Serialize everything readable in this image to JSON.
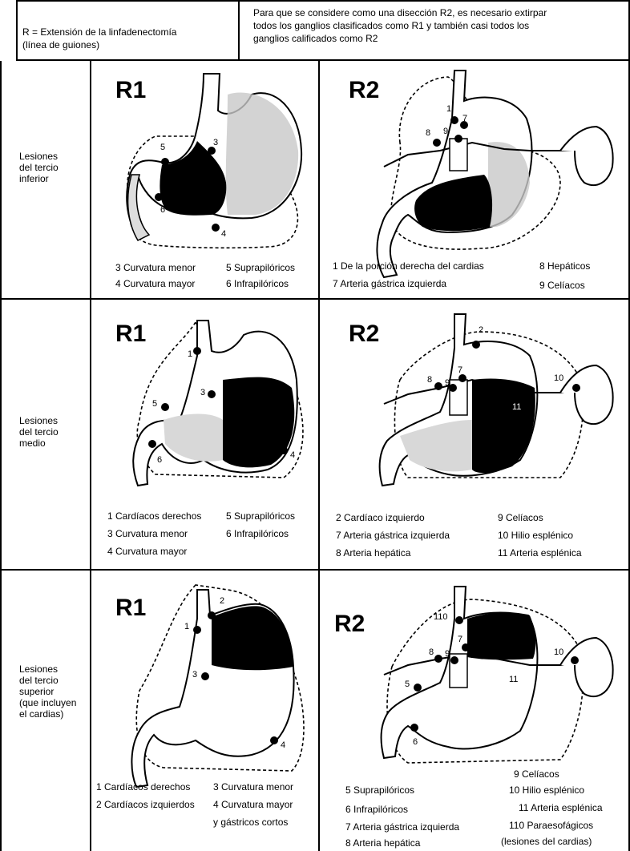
{
  "header": {
    "left_line1": "R = Extensión de la linfadenectomía",
    "left_line2": "(línea de guiones)",
    "right_line1": "Para que se considere como una disección R2, es necesario extirpar",
    "right_line2": "todos los ganglios clasificados como R1 y también casi todos los",
    "right_line3": "ganglios calificados como R2"
  },
  "rows": [
    {
      "label": [
        "Lesiones",
        "del tercio",
        "inferior"
      ],
      "r1": {
        "title": "R1",
        "numbers": [
          "5",
          "3",
          "6",
          "4"
        ],
        "legend": [
          "3 Curvatura menor",
          "5 Suprapilóricos",
          "4 Curvatura mayor",
          "6 Infrapilóricos"
        ]
      },
      "r2": {
        "title": "R2",
        "numbers": [
          "1",
          "7",
          "8",
          "9"
        ],
        "legend": [
          "1 De la porción derecha del cardias",
          "8 Hepáticos",
          "7 Arteria gástrica izquierda",
          "9 Celíacos"
        ]
      }
    },
    {
      "label": [
        "Lesiones",
        "del tercio",
        "medio"
      ],
      "r1": {
        "title": "R1",
        "numbers": [
          "1",
          "3",
          "5",
          "6",
          "4"
        ],
        "legend": [
          "1 Cardíacos derechos",
          "5 Suprapilóricos",
          "3 Curvatura menor",
          "6 Infrapilóricos",
          "4 Curvatura mayor"
        ]
      },
      "r2": {
        "title": "R2",
        "numbers": [
          "2",
          "7",
          "8",
          "9",
          "10",
          "11"
        ],
        "legend": [
          "2 Cardíaco izquierdo",
          "9 Celíacos",
          "7 Arteria gástrica izquierda",
          "10 Hilio esplénico",
          "8 Arteria hepática",
          "11 Arteria esplénica"
        ]
      }
    },
    {
      "label": [
        "Lesiones",
        "del tercio",
        "superior",
        "(que incluyen",
        "el cardias)"
      ],
      "r1": {
        "title": "R1",
        "numbers": [
          "2",
          "1",
          "3",
          "4"
        ],
        "legend": [
          "1 Cardíacos derechos",
          "3 Curvatura menor",
          "2 Cardíacos izquierdos",
          "4 Curvatura mayor",
          "y  gástricos cortos"
        ]
      },
      "r2": {
        "title": "R2",
        "numbers": [
          "110",
          "7",
          "8",
          "9",
          "10",
          "5",
          "11",
          "6"
        ],
        "legend": [
          "9 Celíacos",
          "5 Suprapilóricos",
          "10 Hilio esplénico",
          "6 Infrapilóricos",
          "11 Arteria esplénica",
          "7 Arteria gástrica izquierda",
          "110 Paraesofágicos",
          "8 Arteria hepática",
          "(lesiones del cardias)"
        ]
      }
    }
  ]
}
